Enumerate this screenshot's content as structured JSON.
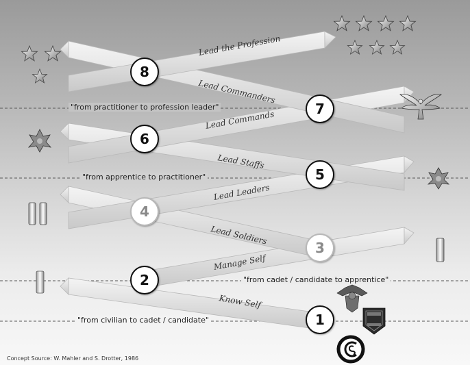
{
  "levels": [
    {
      "number": "8",
      "label": "Lead the Profession"
    },
    {
      "number": "7",
      "label": "Lead Commanders"
    },
    {
      "number": "6",
      "label": "Lead Commands"
    },
    {
      "number": "5",
      "label": "Lead Staffs"
    },
    {
      "number": "4",
      "label": "Lead Leaders"
    },
    {
      "number": "3",
      "label": "Lead Soldiers"
    },
    {
      "number": "2",
      "label": "Manage Self"
    },
    {
      "number": "1",
      "label": "Know Self"
    }
  ],
  "transitions": [
    "\"from practitioner to profession leader\"",
    "\"from apprentice to practitioner\"",
    "\"from cadet / candidate to apprentice\"",
    "\"from civilian to cadet / candidate\""
  ],
  "insignia": {
    "four_star_top": "four-star-general-insignia",
    "three_star_bottom": "three-star-lieutenant-general-insignia",
    "two_star": "two-star-major-general-insignia",
    "eagle": "colonel-eagle-insignia",
    "oak_leaf_left": "oak-leaf-insignia",
    "oak_leaf_right": "oak-leaf-insignia",
    "captain_bars": "captain-bars-insignia",
    "first_lt_bar": "first-lieutenant-bar-insignia",
    "second_lt_bar": "second-lieutenant-bar-insignia",
    "usma_crest": "west-point-crest-logo",
    "rotc_shield": "rotc-shield-logo",
    "ocs_logo": "ocs-logo"
  },
  "source": "Concept Source: W. Mahler and S. Drotter, 1986"
}
